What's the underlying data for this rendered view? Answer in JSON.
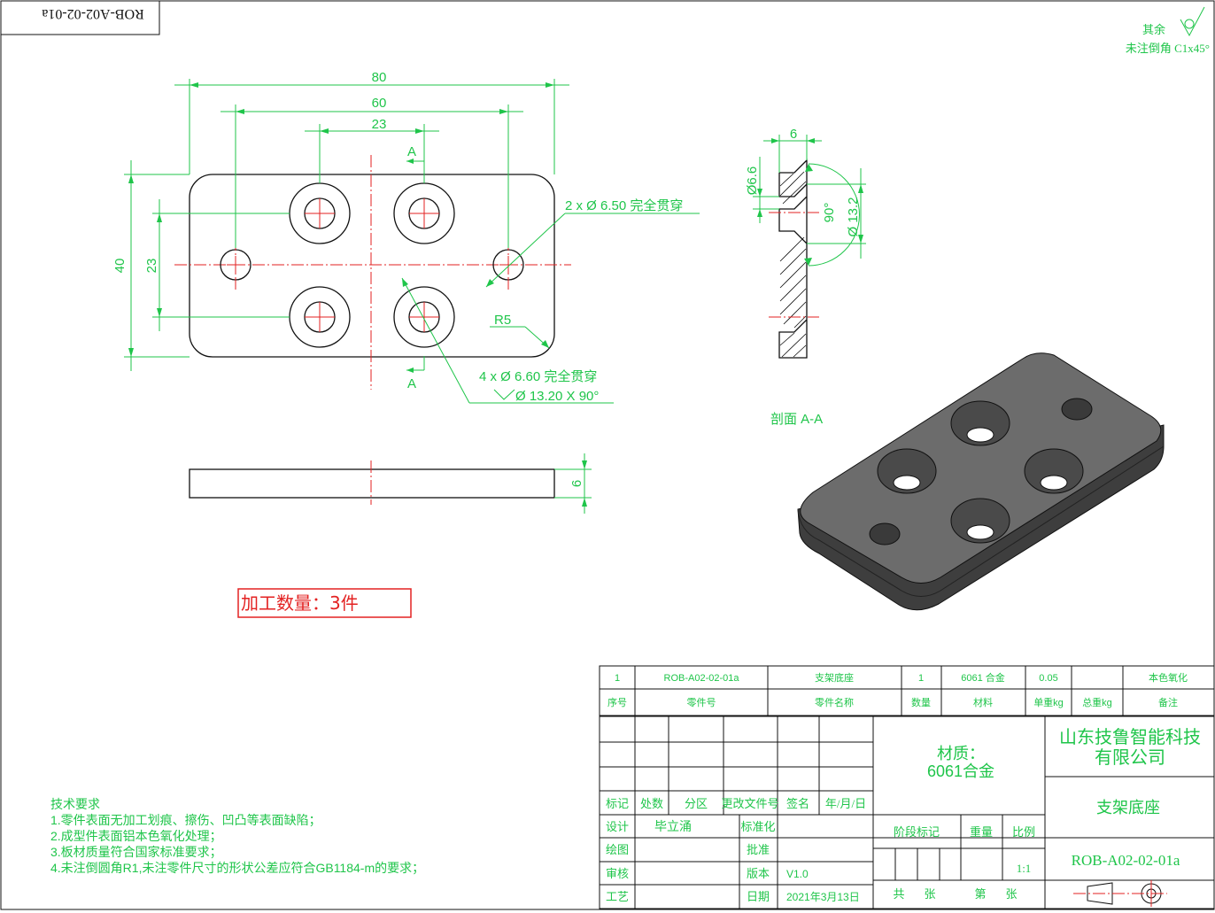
{
  "corner_code": "ROB-A02-02-01a",
  "surface_note": {
    "rest": "其余",
    "chamfer": "未注倒角 C1x45°"
  },
  "dims": {
    "w80": "80",
    "w60": "60",
    "w23": "23",
    "h40": "40",
    "h23": "23",
    "sec_a": "A",
    "hole2": "2 x Ø 6.50 完全贯穿",
    "r5": "R5",
    "hole4a": "4 x Ø 6.60 完全贯穿",
    "hole4b": "Ø 13.20 X 90°",
    "thick": "6",
    "sec_w": "6",
    "sec_d1": "Ø6.6",
    "sec_d2": "Ø 13.2",
    "sec_ang": "90°"
  },
  "section_label": "剖面 A-A",
  "qty_note": "加工数量：3件",
  "tech": {
    "title": "技术要求",
    "items": [
      "1.零件表面无加工划痕、擦伤、凹凸等表面缺陷；",
      "2.成型件表面铝本色氧化处理；",
      "3.板材质量符合国家标准要求；",
      "4.未注倒圆角R1,未注零件尺寸的形状公差应符合GB1184-m的要求；"
    ]
  },
  "bom": {
    "row": [
      "1",
      "ROB-A02-02-01a",
      "支架底座",
      "1",
      "6061 合金",
      "0.05",
      "",
      "本色氧化"
    ],
    "header": [
      "序号",
      "零件号",
      "零件名称",
      "数量",
      "材料",
      "单重kg",
      "总重kg",
      "备注"
    ]
  },
  "title_block": {
    "rev_labels": [
      "标记",
      "处数",
      "分区",
      "更改文件号",
      "签名",
      "年/月/日"
    ],
    "design": "设计",
    "designer": "毕立涌",
    "draw": "绘图",
    "check": "审核",
    "process": "工艺",
    "std": "标准化",
    "approve": "批准",
    "version_label": "版本",
    "version": "V1.0",
    "date_label": "日期",
    "date": "2021年3月13日",
    "material_label": "材质：",
    "material": "6061合金",
    "stage": "阶段标记",
    "weight": "重量",
    "scale_label": "比例",
    "scale": "1:1",
    "total": "共",
    "sheets": "张",
    "sheet_no": "第",
    "sheet_unit": "张",
    "company_line1": "山东技鲁智能科技",
    "company_line2": "有限公司",
    "part_name": "支架底座",
    "part_no": "ROB-A02-02-01a"
  }
}
